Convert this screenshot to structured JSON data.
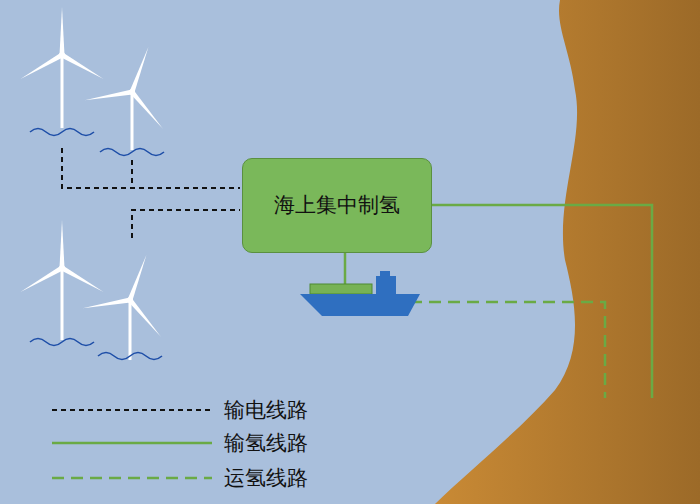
{
  "diagram": {
    "nodes": [
      {
        "text": [
          "海上集中制氢"
        ]
      }
    ],
    "legend": [
      {
        "text": "输电线路"
      },
      {
        "text": "输氢线路"
      },
      {
        "text": "运氢线路"
      }
    ]
  }
}
